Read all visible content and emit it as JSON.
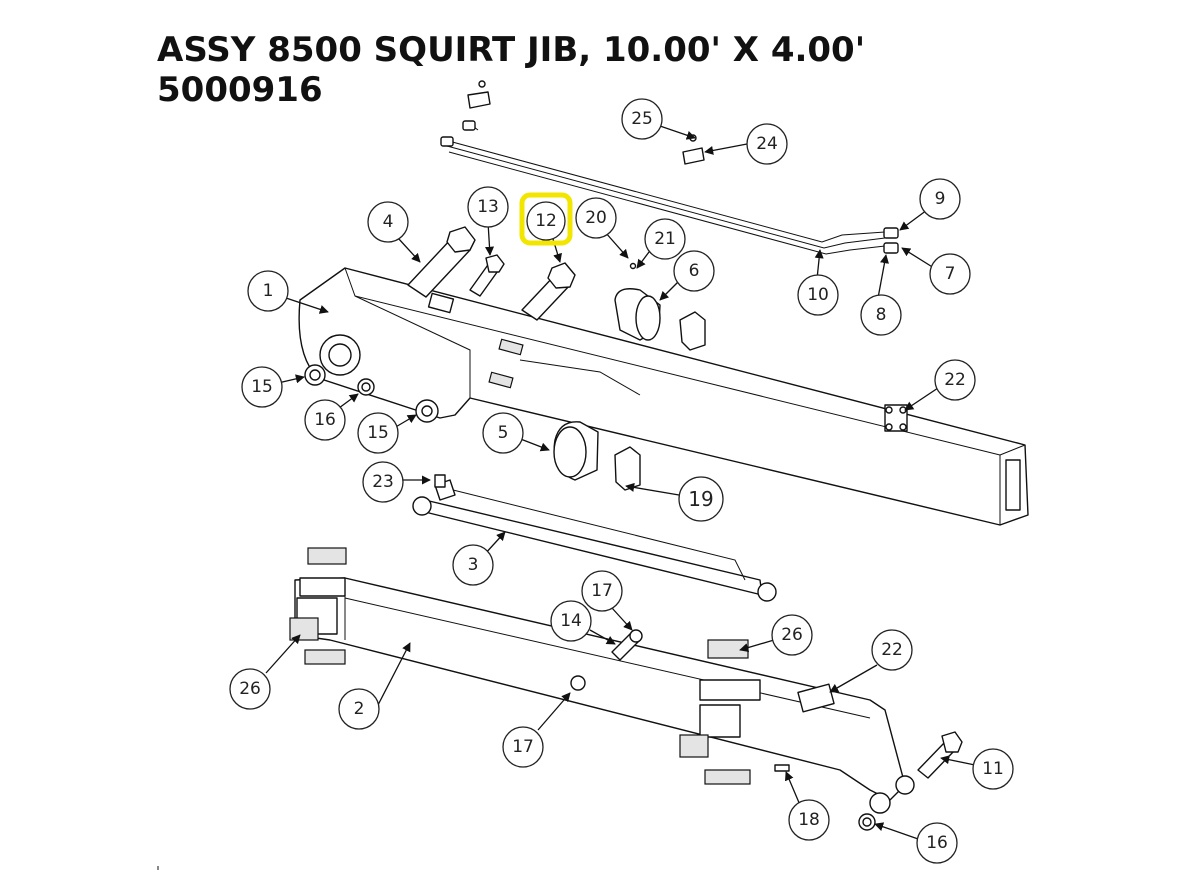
{
  "title": {
    "line1": "ASSY 8500 SQUIRT JIB, 10.00' X 4.00'",
    "line2": "5000916"
  },
  "callouts": [
    {
      "id": "c1",
      "label": "1"
    },
    {
      "id": "c2",
      "label": "2"
    },
    {
      "id": "c3",
      "label": "3"
    },
    {
      "id": "c4",
      "label": "4"
    },
    {
      "id": "c5",
      "label": "5"
    },
    {
      "id": "c6",
      "label": "6"
    },
    {
      "id": "c7",
      "label": "7"
    },
    {
      "id": "c8",
      "label": "8"
    },
    {
      "id": "c9",
      "label": "9"
    },
    {
      "id": "c10",
      "label": "10"
    },
    {
      "id": "c11",
      "label": "11"
    },
    {
      "id": "c12",
      "label": "12",
      "highlighted": true
    },
    {
      "id": "c13",
      "label": "13"
    },
    {
      "id": "c14",
      "label": "14"
    },
    {
      "id": "c15a",
      "label": "15"
    },
    {
      "id": "c15b",
      "label": "15"
    },
    {
      "id": "c16a",
      "label": "16"
    },
    {
      "id": "c16b",
      "label": "16"
    },
    {
      "id": "c17a",
      "label": "17"
    },
    {
      "id": "c17b",
      "label": "17"
    },
    {
      "id": "c18",
      "label": "18"
    },
    {
      "id": "c19",
      "label": "19"
    },
    {
      "id": "c20",
      "label": "20"
    },
    {
      "id": "c21",
      "label": "21"
    },
    {
      "id": "c22a",
      "label": "22"
    },
    {
      "id": "c22b",
      "label": "22"
    },
    {
      "id": "c23",
      "label": "23"
    },
    {
      "id": "c24",
      "label": "24"
    },
    {
      "id": "c25",
      "label": "25"
    },
    {
      "id": "c26a",
      "label": "26"
    },
    {
      "id": "c26b",
      "label": "26"
    }
  ],
  "colors": {
    "highlight": "#f2e600",
    "line": "#111111",
    "background": "#ffffff"
  }
}
